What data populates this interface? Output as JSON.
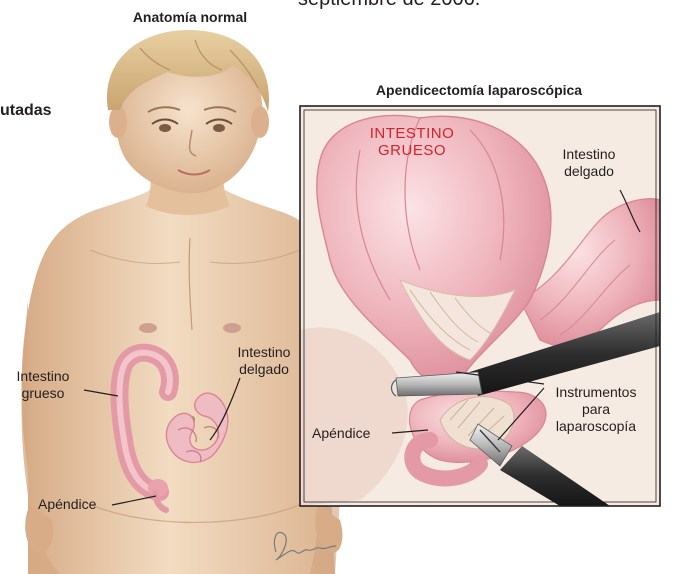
{
  "header": {
    "cut_text": "septiembre de 2006."
  },
  "left_panel": {
    "title": "Anatomía normal",
    "cut_side_text": "utadas",
    "labels": {
      "large_intestine_line1": "Intestino",
      "large_intestine_line2": "grueso",
      "small_intestine_line1": "Intestino",
      "small_intestine_line2": "delgado",
      "appendix": "Apéndice"
    },
    "signature": "Burke"
  },
  "right_panel": {
    "title": "Apendicectomía laparoscópica",
    "labels": {
      "large_intestine_caps_line1": "INTESTINO",
      "large_intestine_caps_line2": "GRUESO",
      "small_intestine_line1": "Intestino",
      "small_intestine_line2": "delgado",
      "instruments_line1": "Instrumentos",
      "instruments_line2": "para",
      "instruments_line3": "laparoscopía",
      "appendix": "Apéndice"
    }
  },
  "colors": {
    "skin": "#e9c9a7",
    "skin_shadow": "#c99d79",
    "intestine_pink": "#e9a3ad",
    "intestine_light": "#f4cfd3",
    "label_red": "#d2232a",
    "instrument_dark": "#3b3b3b"
  }
}
